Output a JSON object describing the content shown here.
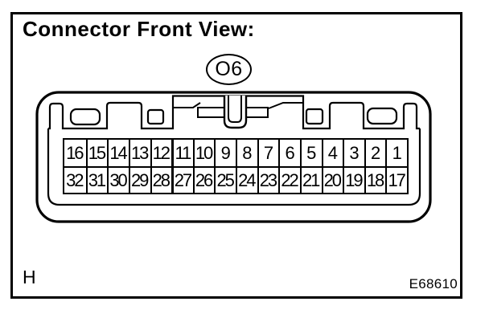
{
  "figure": {
    "title": "Connector Front View:",
    "connector_code": "O6",
    "section_label": "H",
    "figure_number": "E68610"
  },
  "connector": {
    "description": "32-pin connector, front view, two rows",
    "pin_rows": [
      {
        "name": "top",
        "pins": [
          "16",
          "15",
          "14",
          "13",
          "12",
          "11",
          "10",
          "9",
          "8",
          "7",
          "6",
          "5",
          "4",
          "3",
          "2",
          "1"
        ]
      },
      {
        "name": "bottom",
        "pins": [
          "32",
          "31",
          "30",
          "29",
          "28",
          "27",
          "26",
          "25",
          "24",
          "23",
          "22",
          "21",
          "20",
          "19",
          "18",
          "17"
        ]
      }
    ]
  },
  "colors": {
    "line": "#000000",
    "background": "#ffffff"
  }
}
